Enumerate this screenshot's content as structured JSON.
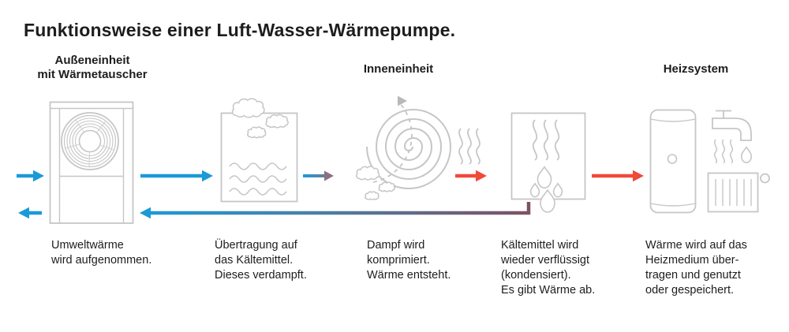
{
  "title": "Funktionsweise einer Luft-Wasser-Wärmepumpe.",
  "headers": {
    "outdoor": "Außeneinheit\nmit Wärmetauscher",
    "indoor": "Inneneinheit",
    "heating": "Heizsystem"
  },
  "captions": {
    "outdoor_unit": "Umweltwärme\nwird aufgenommen.",
    "evaporator": "Übertragung auf\ndas Kältemittel.\nDieses verdampft.",
    "compressor": "Dampf wird\nkomprimiert.\nWärme entsteht.",
    "condenser": "Kältemittel wird\nwieder verflüssigt\n(kondensiert).\nEs gibt Wärme ab.",
    "heating_system": "Wärme wird auf das\nHeizmedium über-\ntragen und genutzt\noder gespeichert."
  },
  "colors": {
    "cold": "#1b9ad8",
    "hot": "#f04a38",
    "mixed": "#7d5265",
    "icon_stroke": "#c6c6c6",
    "text": "#1d1d1d"
  },
  "icons": {
    "outdoor": "outdoor-unit-fan-icon",
    "evaporator": "evaporator-cloud-water-icon",
    "compressor": "compressor-spiral-icon",
    "condenser": "condenser-droplets-icon",
    "tank": "water-tank-icon",
    "faucet": "faucet-icon",
    "radiator": "radiator-icon"
  }
}
